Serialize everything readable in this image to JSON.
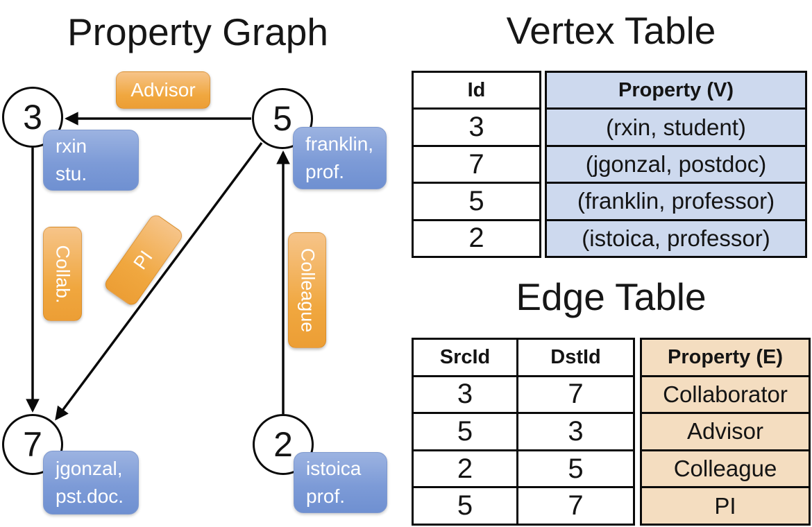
{
  "titles": {
    "graph": "Property Graph",
    "vertex_table": "Vertex Table",
    "edge_table": "Edge Table"
  },
  "graph": {
    "nodes": [
      {
        "id": "3"
      },
      {
        "id": "5"
      },
      {
        "id": "7"
      },
      {
        "id": "2"
      }
    ],
    "vertex_properties": [
      {
        "node": "3",
        "line1": "rxin",
        "line2": "stu."
      },
      {
        "node": "5",
        "line1": "franklin,",
        "line2": "prof."
      },
      {
        "node": "7",
        "line1": "jgonzal,",
        "line2": "pst.doc."
      },
      {
        "node": "2",
        "line1": "istoica",
        "line2": "prof."
      }
    ],
    "edge_labels": [
      {
        "label": "Advisor"
      },
      {
        "label": "Collab."
      },
      {
        "label": "PI"
      },
      {
        "label": "Colleague"
      }
    ]
  },
  "vertex_table": {
    "columns": [
      "Id",
      "Property (V)"
    ],
    "rows": [
      [
        "3",
        "(rxin, student)"
      ],
      [
        "7",
        "(jgonzal, postdoc)"
      ],
      [
        "5",
        "(franklin, professor)"
      ],
      [
        "2",
        "(istoica, professor)"
      ]
    ]
  },
  "edge_table": {
    "columns": [
      "SrcId",
      "DstId",
      "Property (E)"
    ],
    "rows": [
      [
        "3",
        "7",
        "Collaborator"
      ],
      [
        "5",
        "3",
        "Advisor"
      ],
      [
        "2",
        "5",
        "Colleague"
      ],
      [
        "5",
        "7",
        "PI"
      ]
    ]
  },
  "colors": {
    "edge_label_fill": "#efa540",
    "vertex_label_fill": "#7b9ad6",
    "vertex_table_fill": "#cdd9ee",
    "edge_table_fill": "#f4ddc0",
    "line": "#0a0a0a",
    "label_text": "#ffffff"
  }
}
